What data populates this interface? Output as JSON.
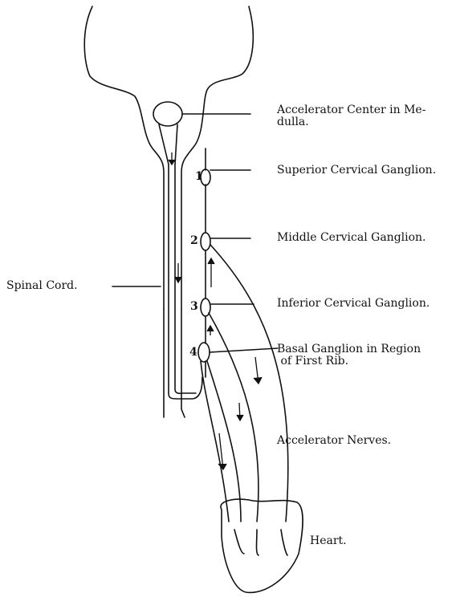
{
  "labels": {
    "accelerator_center": "Accelerator Center in Me-\ndulla.",
    "superior_cervical": "Superior Cervical Ganglion.",
    "middle_cervical": "Middle Cervical Ganglion.",
    "spinal_cord": "Spinal Cord.",
    "inferior_cervical": "Inferior Cervical Ganglion.",
    "basal_ganglion": "Basal Ganglion in Region\n of First Rib.",
    "accelerator_nerves": "Accelerator Nerves.",
    "heart": "Heart."
  },
  "ganglion_numbers": {
    "g1": "1",
    "g2": "2",
    "g3": "3",
    "g4": "4"
  }
}
